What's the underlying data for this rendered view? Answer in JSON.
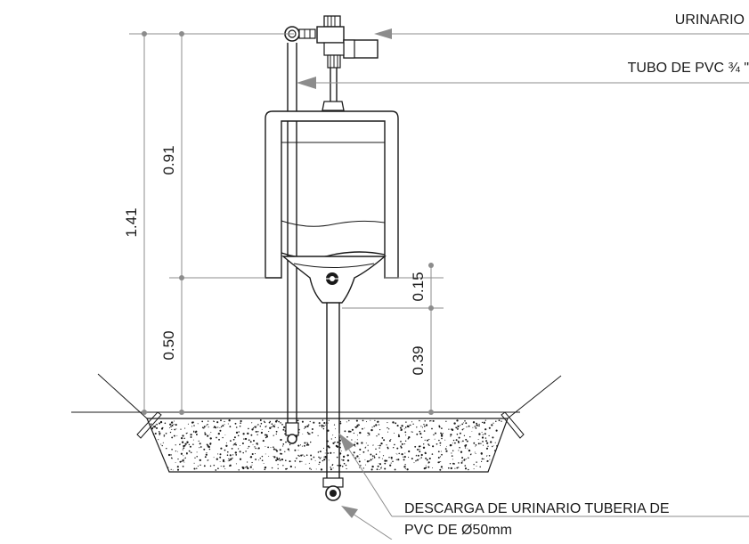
{
  "labels": {
    "urinario": "URINARIO",
    "tubo_pvc": "TUBO DE PVC ¾ \"",
    "descarga_line1": "DESCARGA DE URINARIO TUBERIA DE",
    "descarga_line2": "PVC DE Ø50mm"
  },
  "dimensions": {
    "total_height": "1.41",
    "upper_height": "0.91",
    "lower_height": "0.50",
    "outlet_offset": "0.15",
    "outlet_height": "0.39"
  },
  "colors": {
    "line": "#1a1a1a",
    "dimension": "#8c8c8c"
  }
}
